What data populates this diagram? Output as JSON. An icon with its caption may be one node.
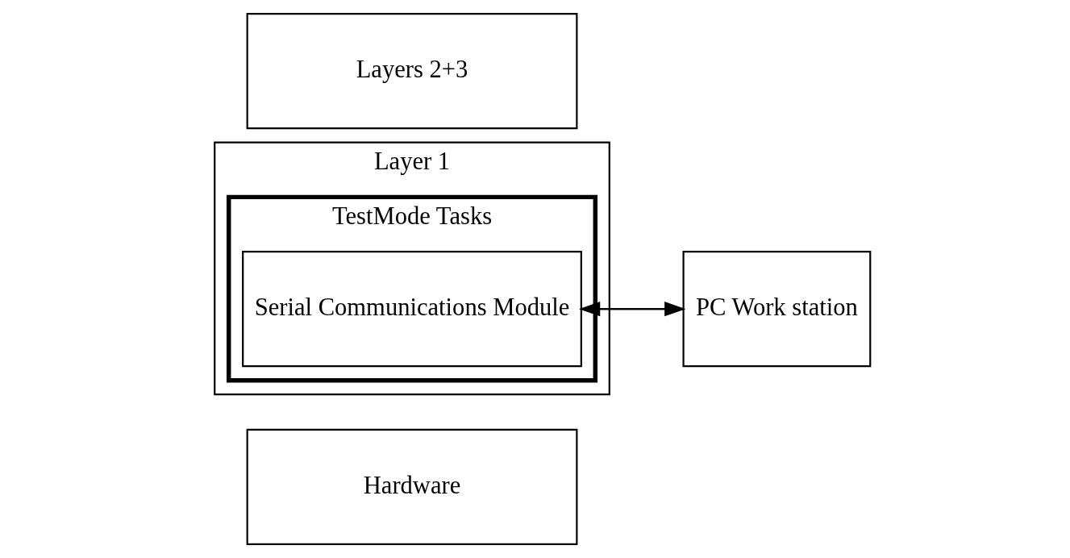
{
  "diagram": {
    "nodes": [
      {
        "text": [
          "Layers 2+3"
        ]
      },
      {
        "text": [
          "Layer 1"
        ]
      },
      {
        "text": [
          "TestMode Tasks"
        ],
        "in": 1
      },
      {
        "text": [
          "Serial Communications Module"
        ],
        "in": 2
      },
      {
        "text": [
          "PC Work station"
        ]
      },
      {
        "text": [
          "Hardware"
        ]
      }
    ],
    "edges": [
      {
        "from": 3,
        "to": 4,
        "arrow": "to"
      },
      {
        "from": 4,
        "to": 3,
        "arrow": "to"
      }
    ]
  }
}
